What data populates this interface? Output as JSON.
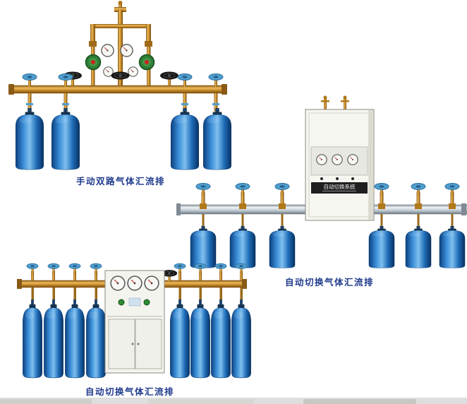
{
  "page": {
    "background": "#ffffff"
  },
  "products": {
    "manual": {
      "caption": "手动双路气体汇流排"
    },
    "auto_right": {
      "caption": "自动切换气体汇流排",
      "cabinet_label": "自动切换系统"
    },
    "auto_bottom": {
      "caption": "自动切换气体汇流排"
    }
  },
  "colors": {
    "caption_text": "#1e3a8c",
    "brass": "#c88c2c",
    "cylinder_blue": "#1565c0",
    "knob_blue": "#4f9ecf",
    "aluminum_pipe": "#bcc6ce",
    "cabinet_body": "#f5f5f0"
  },
  "icons": {
    "pressure-gauge-icon": "white dial circle with red needle",
    "regulator-icon": "green round regulator with red knob",
    "valve-knob-icon": "light blue ellipse knob",
    "handwheel-valve-icon": "black ellipse handwheel",
    "gas-cylinder": "blue rounded bottle"
  }
}
